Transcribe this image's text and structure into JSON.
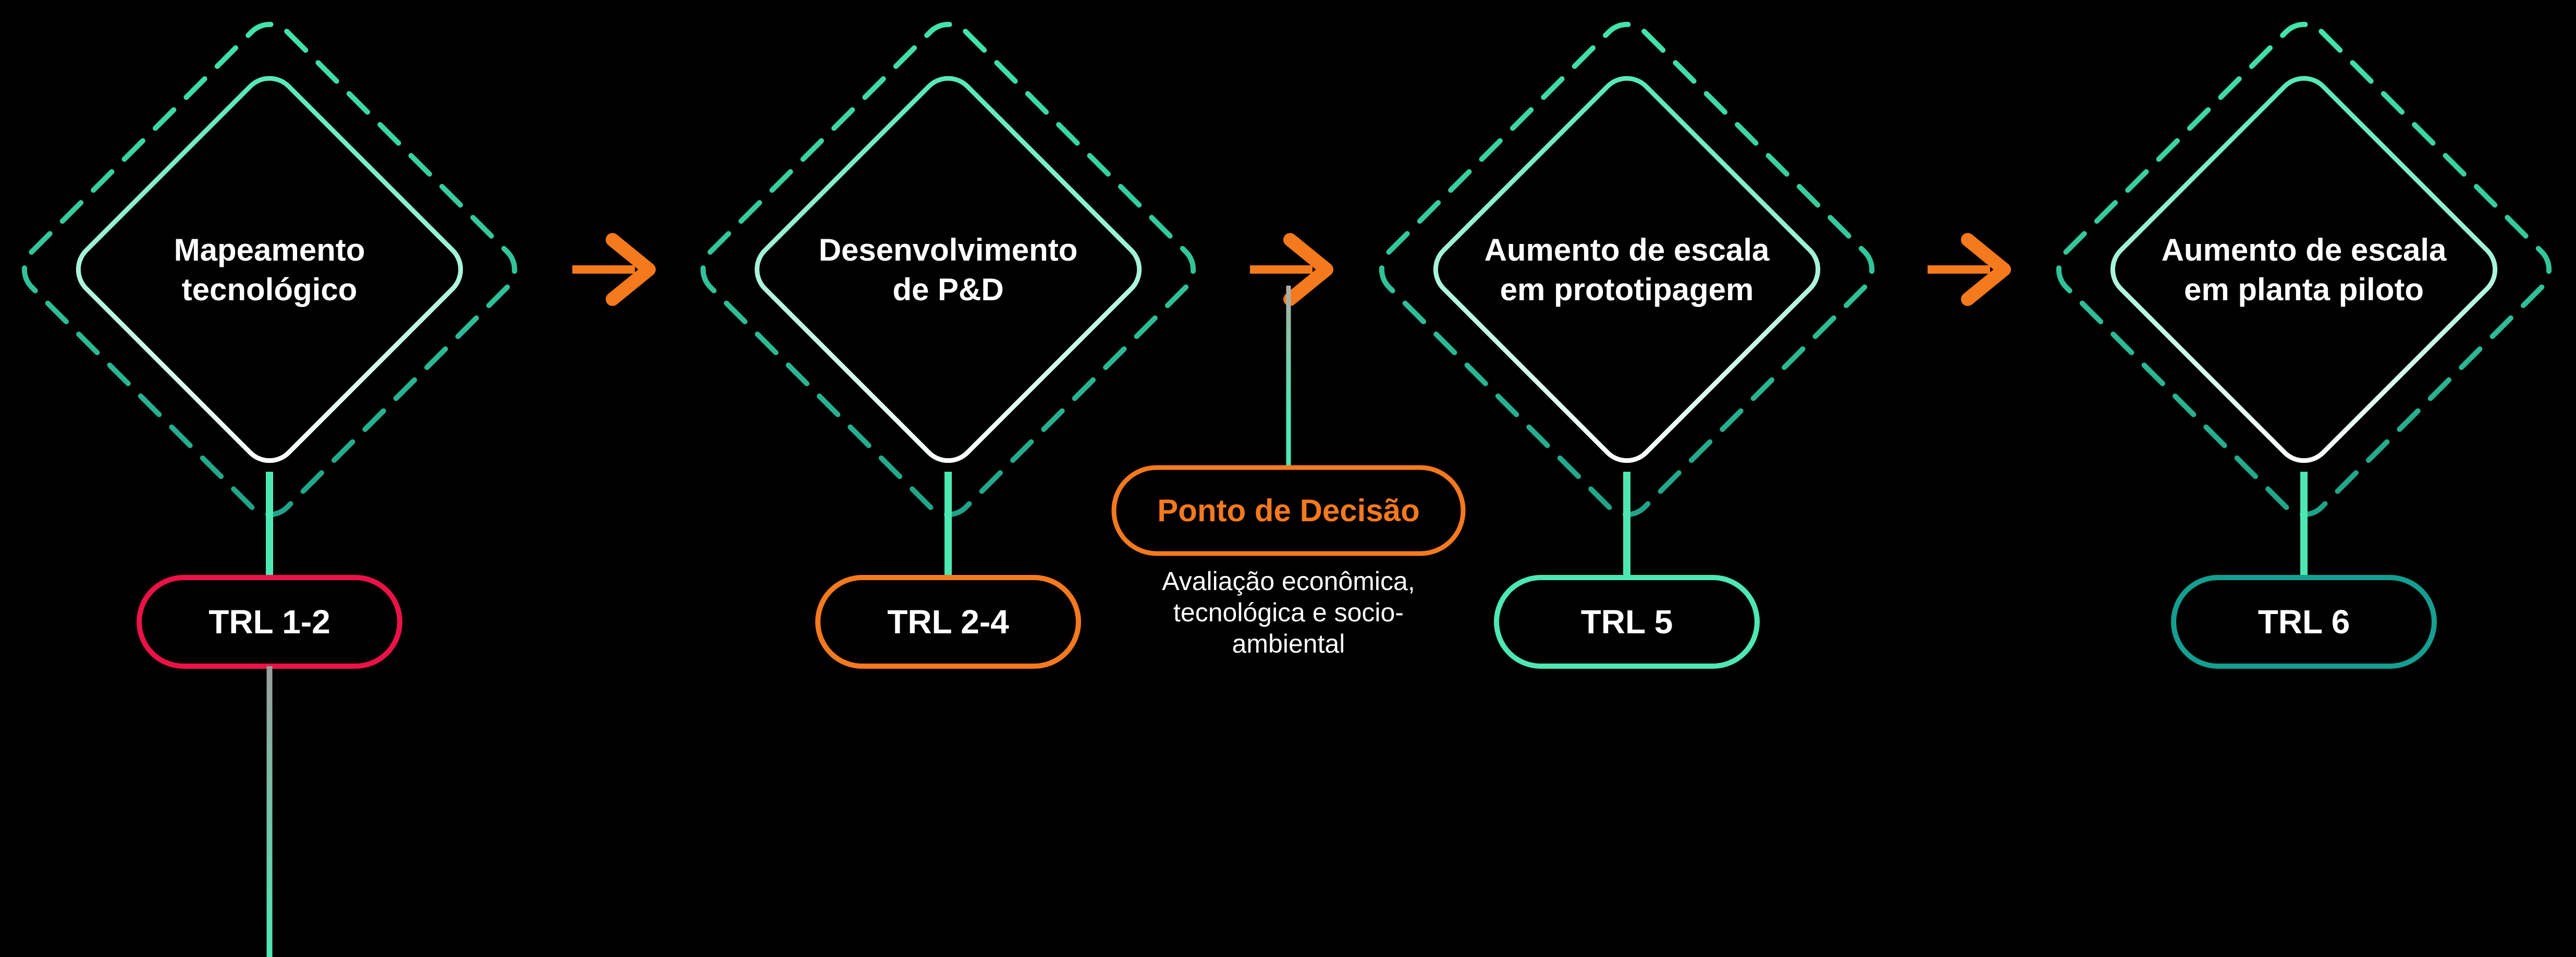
{
  "diagram": {
    "background": "#000000",
    "stages": [
      {
        "title_line1": "Mapeamento",
        "title_line2": "tecnológico",
        "trl_label": "TRL 1-2",
        "trl_color": "#EC1248"
      },
      {
        "title_line1": "Desenvolvimento",
        "title_line2": "de P&D",
        "trl_label": "TRL 2-4",
        "trl_color": "#F5791D"
      },
      {
        "title_line1": "Aumento de escala",
        "title_line2": "em prototipagem",
        "trl_label": "TRL 5",
        "trl_color": "#4DE8B2"
      },
      {
        "title_line1": "Aumento de escala",
        "title_line2": "em planta piloto",
        "trl_label": "TRL 6",
        "trl_color": "#149F91"
      }
    ],
    "decision": {
      "label": "Ponto de Decisão",
      "note_line1": "Avaliação econômica,",
      "note_line2": "tecnológica e socio-",
      "note_line3": "ambiental",
      "color": "#F5791D"
    },
    "colors": {
      "arrow": "#F5791D",
      "mint": "#4DE8B2",
      "teal_dark": "#1FA287",
      "white": "#FFFFFF",
      "gray_line": "#9B9F9B"
    }
  }
}
